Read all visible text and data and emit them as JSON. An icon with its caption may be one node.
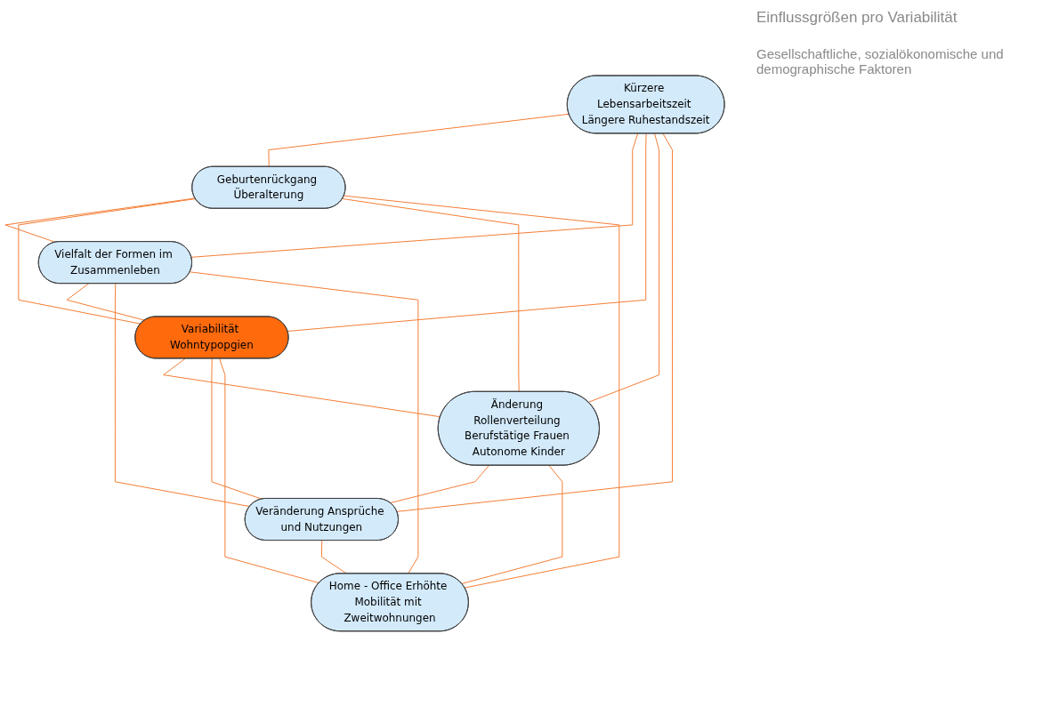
{
  "diagram": {
    "title": "Einflussgrößen pro Variabilität",
    "nodes": [
      {
        "text": [
          "Kürzere Lebensarbeitszeit Längere Ruhestandszeit"
        ]
      },
      {
        "text": [
          "Geburtenrückgang Überalterung"
        ]
      },
      {
        "text": [
          "Vielfalt der Formen im Zusammenleben"
        ]
      },
      {
        "text": [
          "Variabilität Wohntypopgien"
        ]
      },
      {
        "text": [
          "Änderung Rollenverteilung Berufstätige Frauen Autonome Kinder"
        ]
      },
      {
        "text": [
          "Veränderung Ansprüche und Nutzungen"
        ]
      },
      {
        "text": [
          "Home - Office Erhöhte Mobilität mit Zweitwohnungen"
        ]
      }
    ],
    "edges": [
      {
        "from": 0,
        "to": 1,
        "arrow": "none"
      },
      {
        "from": 0,
        "to": 2,
        "arrow": "none"
      },
      {
        "from": 0,
        "to": 3,
        "arrow": "none"
      },
      {
        "from": 0,
        "to": 4,
        "arrow": "none"
      },
      {
        "from": 0,
        "to": 5,
        "arrow": "none"
      },
      {
        "from": 1,
        "to": 2,
        "arrow": "none"
      },
      {
        "from": 1,
        "to": 3,
        "arrow": "none"
      },
      {
        "from": 1,
        "to": 4,
        "arrow": "none"
      },
      {
        "from": 1,
        "to": 6,
        "arrow": "none"
      },
      {
        "from": 2,
        "to": 3,
        "arrow": "none"
      },
      {
        "from": 2,
        "to": 5,
        "arrow": "none"
      },
      {
        "from": 2,
        "to": 6,
        "arrow": "none"
      },
      {
        "from": 3,
        "to": 4,
        "arrow": "none"
      },
      {
        "from": 3,
        "to": 5,
        "arrow": "none"
      },
      {
        "from": 3,
        "to": 6,
        "arrow": "none"
      },
      {
        "from": 4,
        "to": 5,
        "arrow": "none"
      },
      {
        "from": 4,
        "to": 6,
        "arrow": "none"
      },
      {
        "from": 5,
        "to": 6,
        "arrow": "none"
      }
    ],
    "labels": [
      "Gesellschaftliche, sozialökonomische und demographische Faktoren"
    ]
  }
}
